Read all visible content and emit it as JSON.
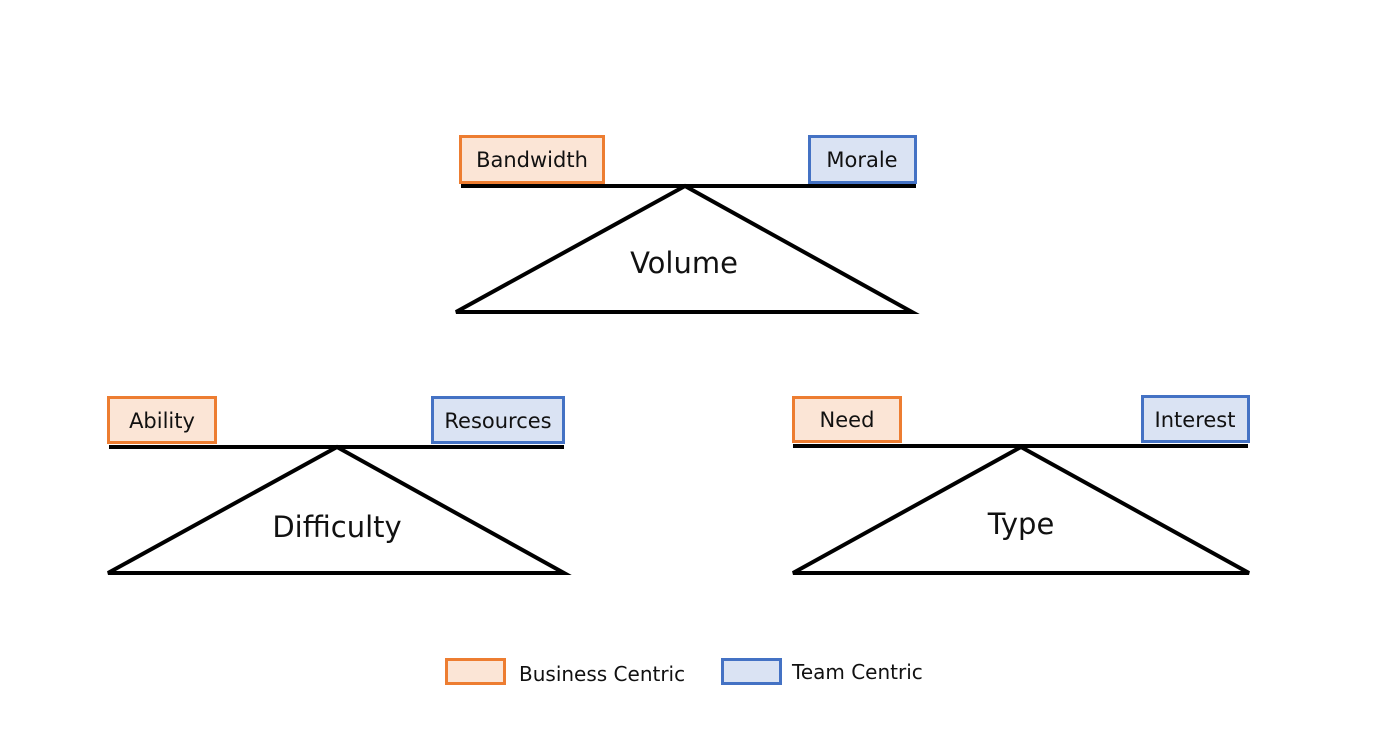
{
  "colors": {
    "business_fill": "#FBE5D6",
    "business_stroke": "#ED7D31",
    "team_fill": "#DAE3F3",
    "team_stroke": "#4472C4",
    "line": "#000000"
  },
  "scales": {
    "volume": {
      "fulcrum": "Volume",
      "left": "Bandwidth",
      "right": "Morale"
    },
    "difficulty": {
      "fulcrum": "Difficulty",
      "left": "Ability",
      "right": "Resources"
    },
    "type": {
      "fulcrum": "Type",
      "left": "Need",
      "right": "Interest"
    }
  },
  "legend": {
    "business": "Business Centric",
    "team": "Team Centric"
  }
}
